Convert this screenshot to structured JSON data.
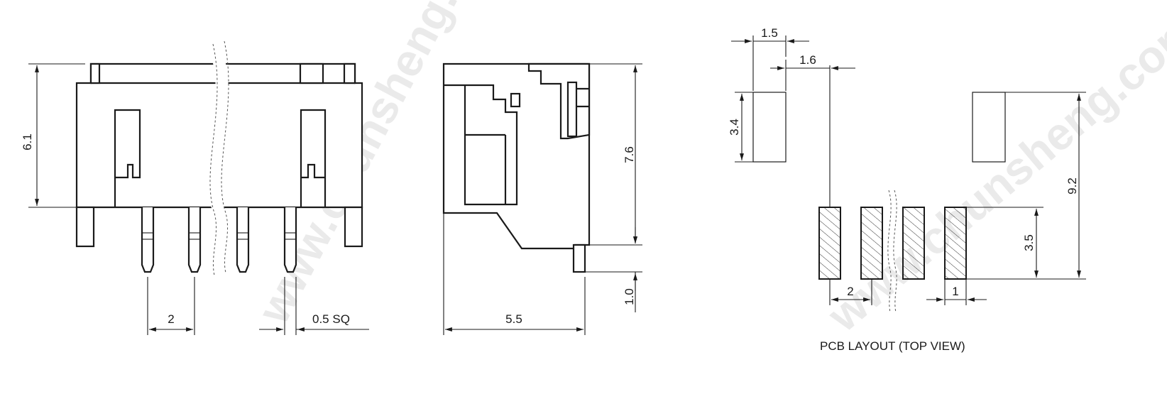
{
  "watermark_text": "www.chunsheng.com",
  "front_view": {
    "dim_height": "6.1",
    "dim_pitch": "2",
    "dim_pin": "0.5 SQ"
  },
  "side_view": {
    "dim_height": "7.6",
    "dim_tail": "1.0",
    "dim_depth": "5.5"
  },
  "pcb_layout": {
    "caption": "PCB LAYOUT (TOP VIEW)",
    "dim_mount_width": "1.5",
    "dim_offset": "1.6",
    "dim_mount_height": "3.4",
    "dim_span": "9.2",
    "dim_signal_height": "3.5",
    "dim_pitch": "2",
    "dim_signal_width": "1"
  }
}
